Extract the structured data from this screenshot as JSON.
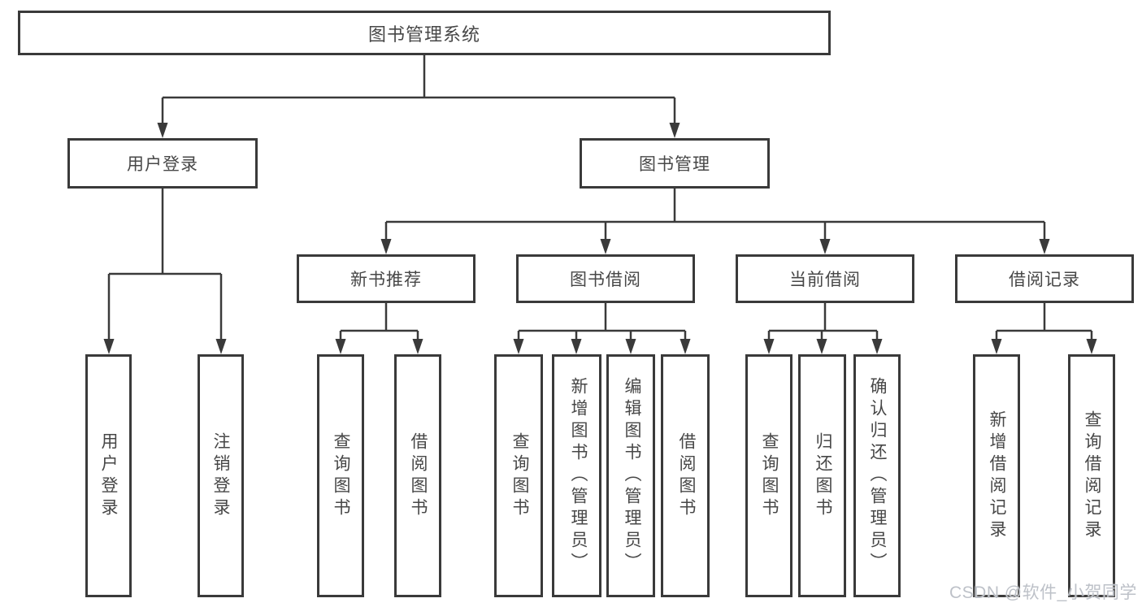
{
  "diagram": {
    "root": {
      "label": "图书管理系统"
    },
    "branches": [
      {
        "label": "用户登录",
        "children": [
          {
            "label": "用户登录"
          },
          {
            "label": "注销登录"
          }
        ]
      },
      {
        "label": "图书管理",
        "children": [
          {
            "label": "新书推荐",
            "children": [
              {
                "label": "查询图书"
              },
              {
                "label": "借阅图书"
              }
            ]
          },
          {
            "label": "图书借阅",
            "children": [
              {
                "label": "查询图书"
              },
              {
                "label": "新增图书（管理员）"
              },
              {
                "label": "编辑图书（管理员）"
              },
              {
                "label": "借阅图书"
              }
            ]
          },
          {
            "label": "当前借阅",
            "children": [
              {
                "label": "查询图书"
              },
              {
                "label": "归还图书"
              },
              {
                "label": "确认归还（管理员）"
              }
            ]
          },
          {
            "label": "借阅记录",
            "children": [
              {
                "label": "新增借阅记录"
              },
              {
                "label": "查询借阅记录"
              }
            ]
          }
        ]
      }
    ]
  },
  "watermark": "CSDN @软件_小贺同学",
  "colors": {
    "line": "#3a3a3a",
    "box_bg": "#ffffff",
    "text": "#474747",
    "watermark": "#bdc1c8"
  }
}
